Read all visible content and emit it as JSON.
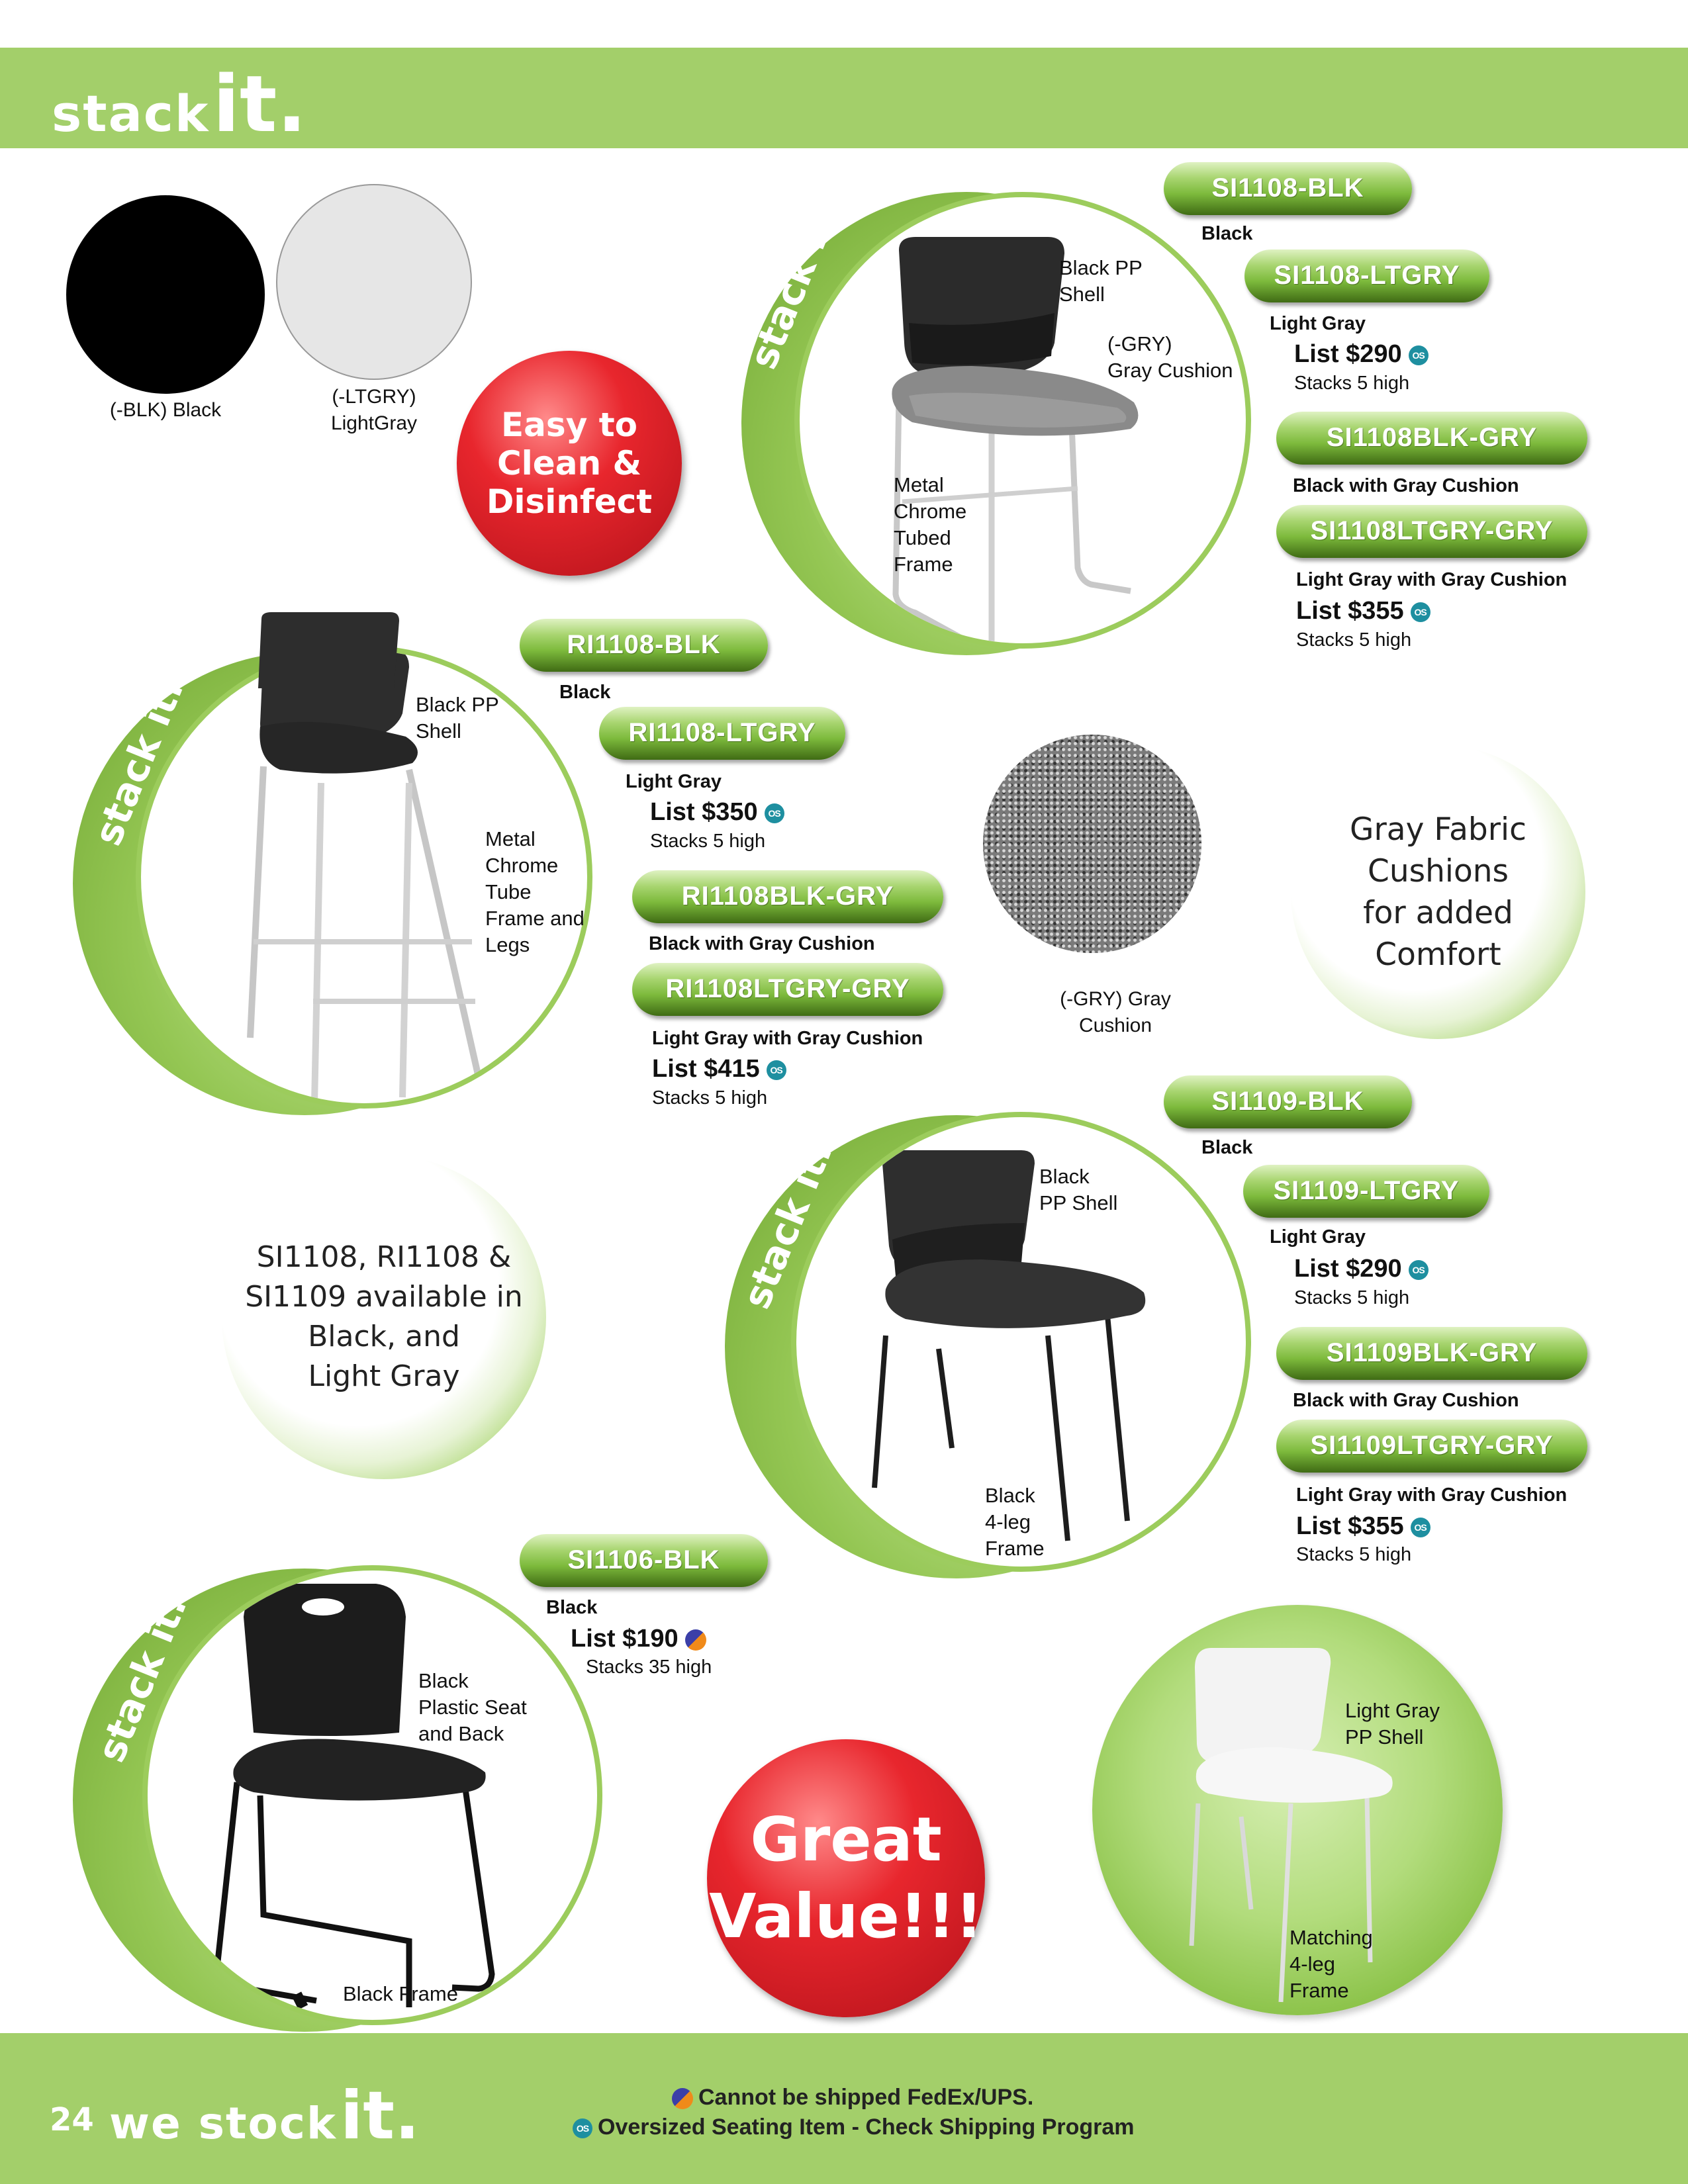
{
  "header": {
    "brand_small": "stack",
    "brand_large": "it."
  },
  "swatches": [
    {
      "color": "#000000",
      "label": "(-BLK) Black"
    },
    {
      "color": "#e6e6e6",
      "label_line1": "(-LTGRY)",
      "label_line2": "LightGray"
    }
  ],
  "badge_disinfect": {
    "line1": "Easy to",
    "line2": "Clean &",
    "line3": "Disinfect"
  },
  "badge_value": {
    "line1": "Great",
    "line2": "Value!!!"
  },
  "crescent_text": "stack it.",
  "si1108": {
    "shell_note": [
      "Black PP",
      "Shell"
    ],
    "cushion_note": [
      "(-GRY)",
      "Gray Cushion"
    ],
    "frame_note": [
      "Metal",
      "Chrome",
      "Tubed",
      "Frame"
    ],
    "blk_sku": "SI1108-BLK",
    "blk_label": "Black",
    "ltgry_sku": "SI1108-LTGRY",
    "ltgry_label": "Light Gray",
    "price1": "List $290",
    "stack1": "Stacks 5 high",
    "blkgry_sku": "SI1108BLK-GRY",
    "blkgry_label": "Black with Gray Cushion",
    "ltgrygry_sku": "SI1108LTGRY-GRY",
    "ltgrygry_label": "Light Gray with Gray Cushion",
    "price2": "List $355",
    "stack2": "Stacks 5 high"
  },
  "ri1108": {
    "shell_note": [
      "Black PP",
      "Shell"
    ],
    "frame_note": [
      "Metal",
      "Chrome",
      "Tube",
      "Frame and",
      "Legs"
    ],
    "blk_sku": "RI1108-BLK",
    "blk_label": "Black",
    "ltgry_sku": "RI1108-LTGRY",
    "ltgry_label": "Light Gray",
    "price1": "List $350",
    "stack1": "Stacks 5 high",
    "blkgry_sku": "RI1108BLK-GRY",
    "blkgry_label": "Black with Gray Cushion",
    "ltgrygry_sku": "RI1108LTGRY-GRY",
    "ltgrygry_label": "Light Gray with Gray Cushion",
    "price2": "List $415",
    "stack2": "Stacks 5 high"
  },
  "fabric": {
    "caption_line1": "(-GRY) Gray",
    "caption_line2": "Cushion"
  },
  "comfort_circle": [
    "Gray Fabric",
    "Cushions",
    "for added",
    "Comfort"
  ],
  "availability_circle": [
    "SI1108, RI1108 &",
    "SI1109 available in",
    "Black, and",
    "Light Gray"
  ],
  "si1109": {
    "shell_note": [
      "Black",
      "PP Shell"
    ],
    "frame_note": [
      "Black",
      "4-leg",
      "Frame"
    ],
    "blk_sku": "SI1109-BLK",
    "blk_label": "Black",
    "ltgry_sku": "SI1109-LTGRY",
    "ltgry_label": "Light Gray",
    "price1": "List $290",
    "stack1": "Stacks 5 high",
    "blkgry_sku": "SI1109BLK-GRY",
    "blkgry_label": "Black with Gray Cushion",
    "ltgrygry_sku": "SI1109LTGRY-GRY",
    "ltgrygry_label": "Light Gray with Gray Cushion",
    "price2": "List $355",
    "stack2": "Stacks 5 high"
  },
  "si1106": {
    "seat_note": [
      "Black",
      "Plastic Seat",
      "and Back"
    ],
    "frame_note": "Black Frame",
    "sku": "SI1106-BLK",
    "label": "Black",
    "price": "List $190",
    "stack": "Stacks 35 high"
  },
  "lightgray_circle": {
    "shell_note": [
      "Light Gray",
      "PP Shell"
    ],
    "frame_note": [
      "Matching",
      "4-leg",
      "Frame"
    ]
  },
  "os_icon_text": "OS",
  "footer": {
    "page_number": "24",
    "brand_small": "we stock",
    "brand_large": "it.",
    "note_ship": "Cannot be shipped FedEx/UPS.",
    "note_os": "Oversized Seating Item - Check Shipping Program"
  }
}
